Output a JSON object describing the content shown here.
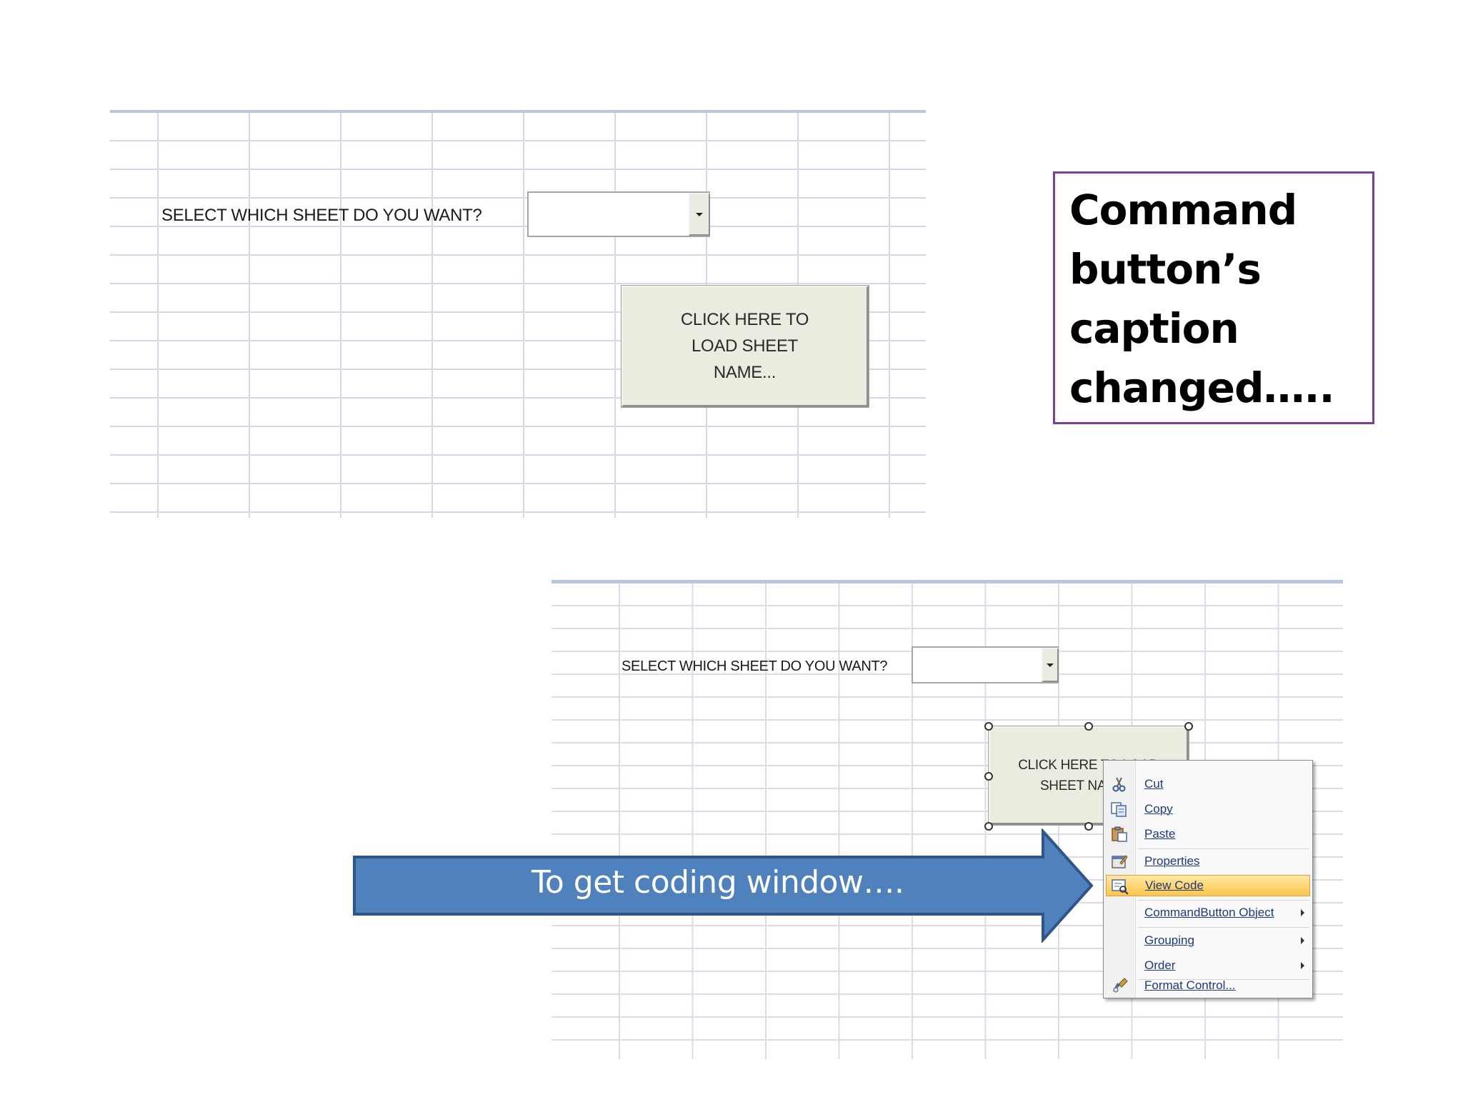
{
  "top_sheet": {
    "prompt": "SELECT WHICH SHEET DO YOU WANT?",
    "button_caption": "CLICK HERE TO LOAD SHEET NAME..."
  },
  "callout": {
    "text": "Command button’s caption changed….."
  },
  "bottom_sheet": {
    "prompt": "SELECT WHICH SHEET DO YOU WANT?",
    "button_caption_line1": "CLICK HERE TO LOAD",
    "button_caption_line2": "SHEET NAME..."
  },
  "context_menu": {
    "items": [
      {
        "label": "Cut",
        "icon": "scissors-icon"
      },
      {
        "label": "Copy",
        "icon": "copy-icon"
      },
      {
        "label": "Paste",
        "icon": "paste-icon"
      },
      {
        "label": "Properties",
        "icon": "properties-icon"
      },
      {
        "label": "View Code",
        "icon": "view-code-icon",
        "highlighted": true
      },
      {
        "label": "CommandButton Object",
        "submenu": true
      },
      {
        "label": "Grouping",
        "submenu": true
      },
      {
        "label": "Order",
        "submenu": true
      },
      {
        "label": "Format Control...",
        "icon": "format-control-icon"
      }
    ]
  },
  "arrow": {
    "text": "To get coding window….",
    "color": "#4f81bd"
  }
}
